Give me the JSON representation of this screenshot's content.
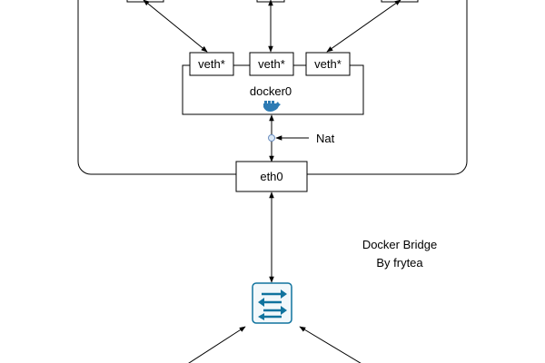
{
  "diagram": {
    "veth_labels": [
      "veth*",
      "veth*",
      "veth*"
    ],
    "bridge_label": "docker0",
    "nat_label": "Nat",
    "host_interface_label": "eth0",
    "caption_line1": "Docker Bridge",
    "caption_line2": "By frytea"
  },
  "colors": {
    "stroke": "#000000",
    "switch_fill": "#f2f8fb",
    "switch_border": "#10739e",
    "docker_icon": "#2d7bb4"
  }
}
